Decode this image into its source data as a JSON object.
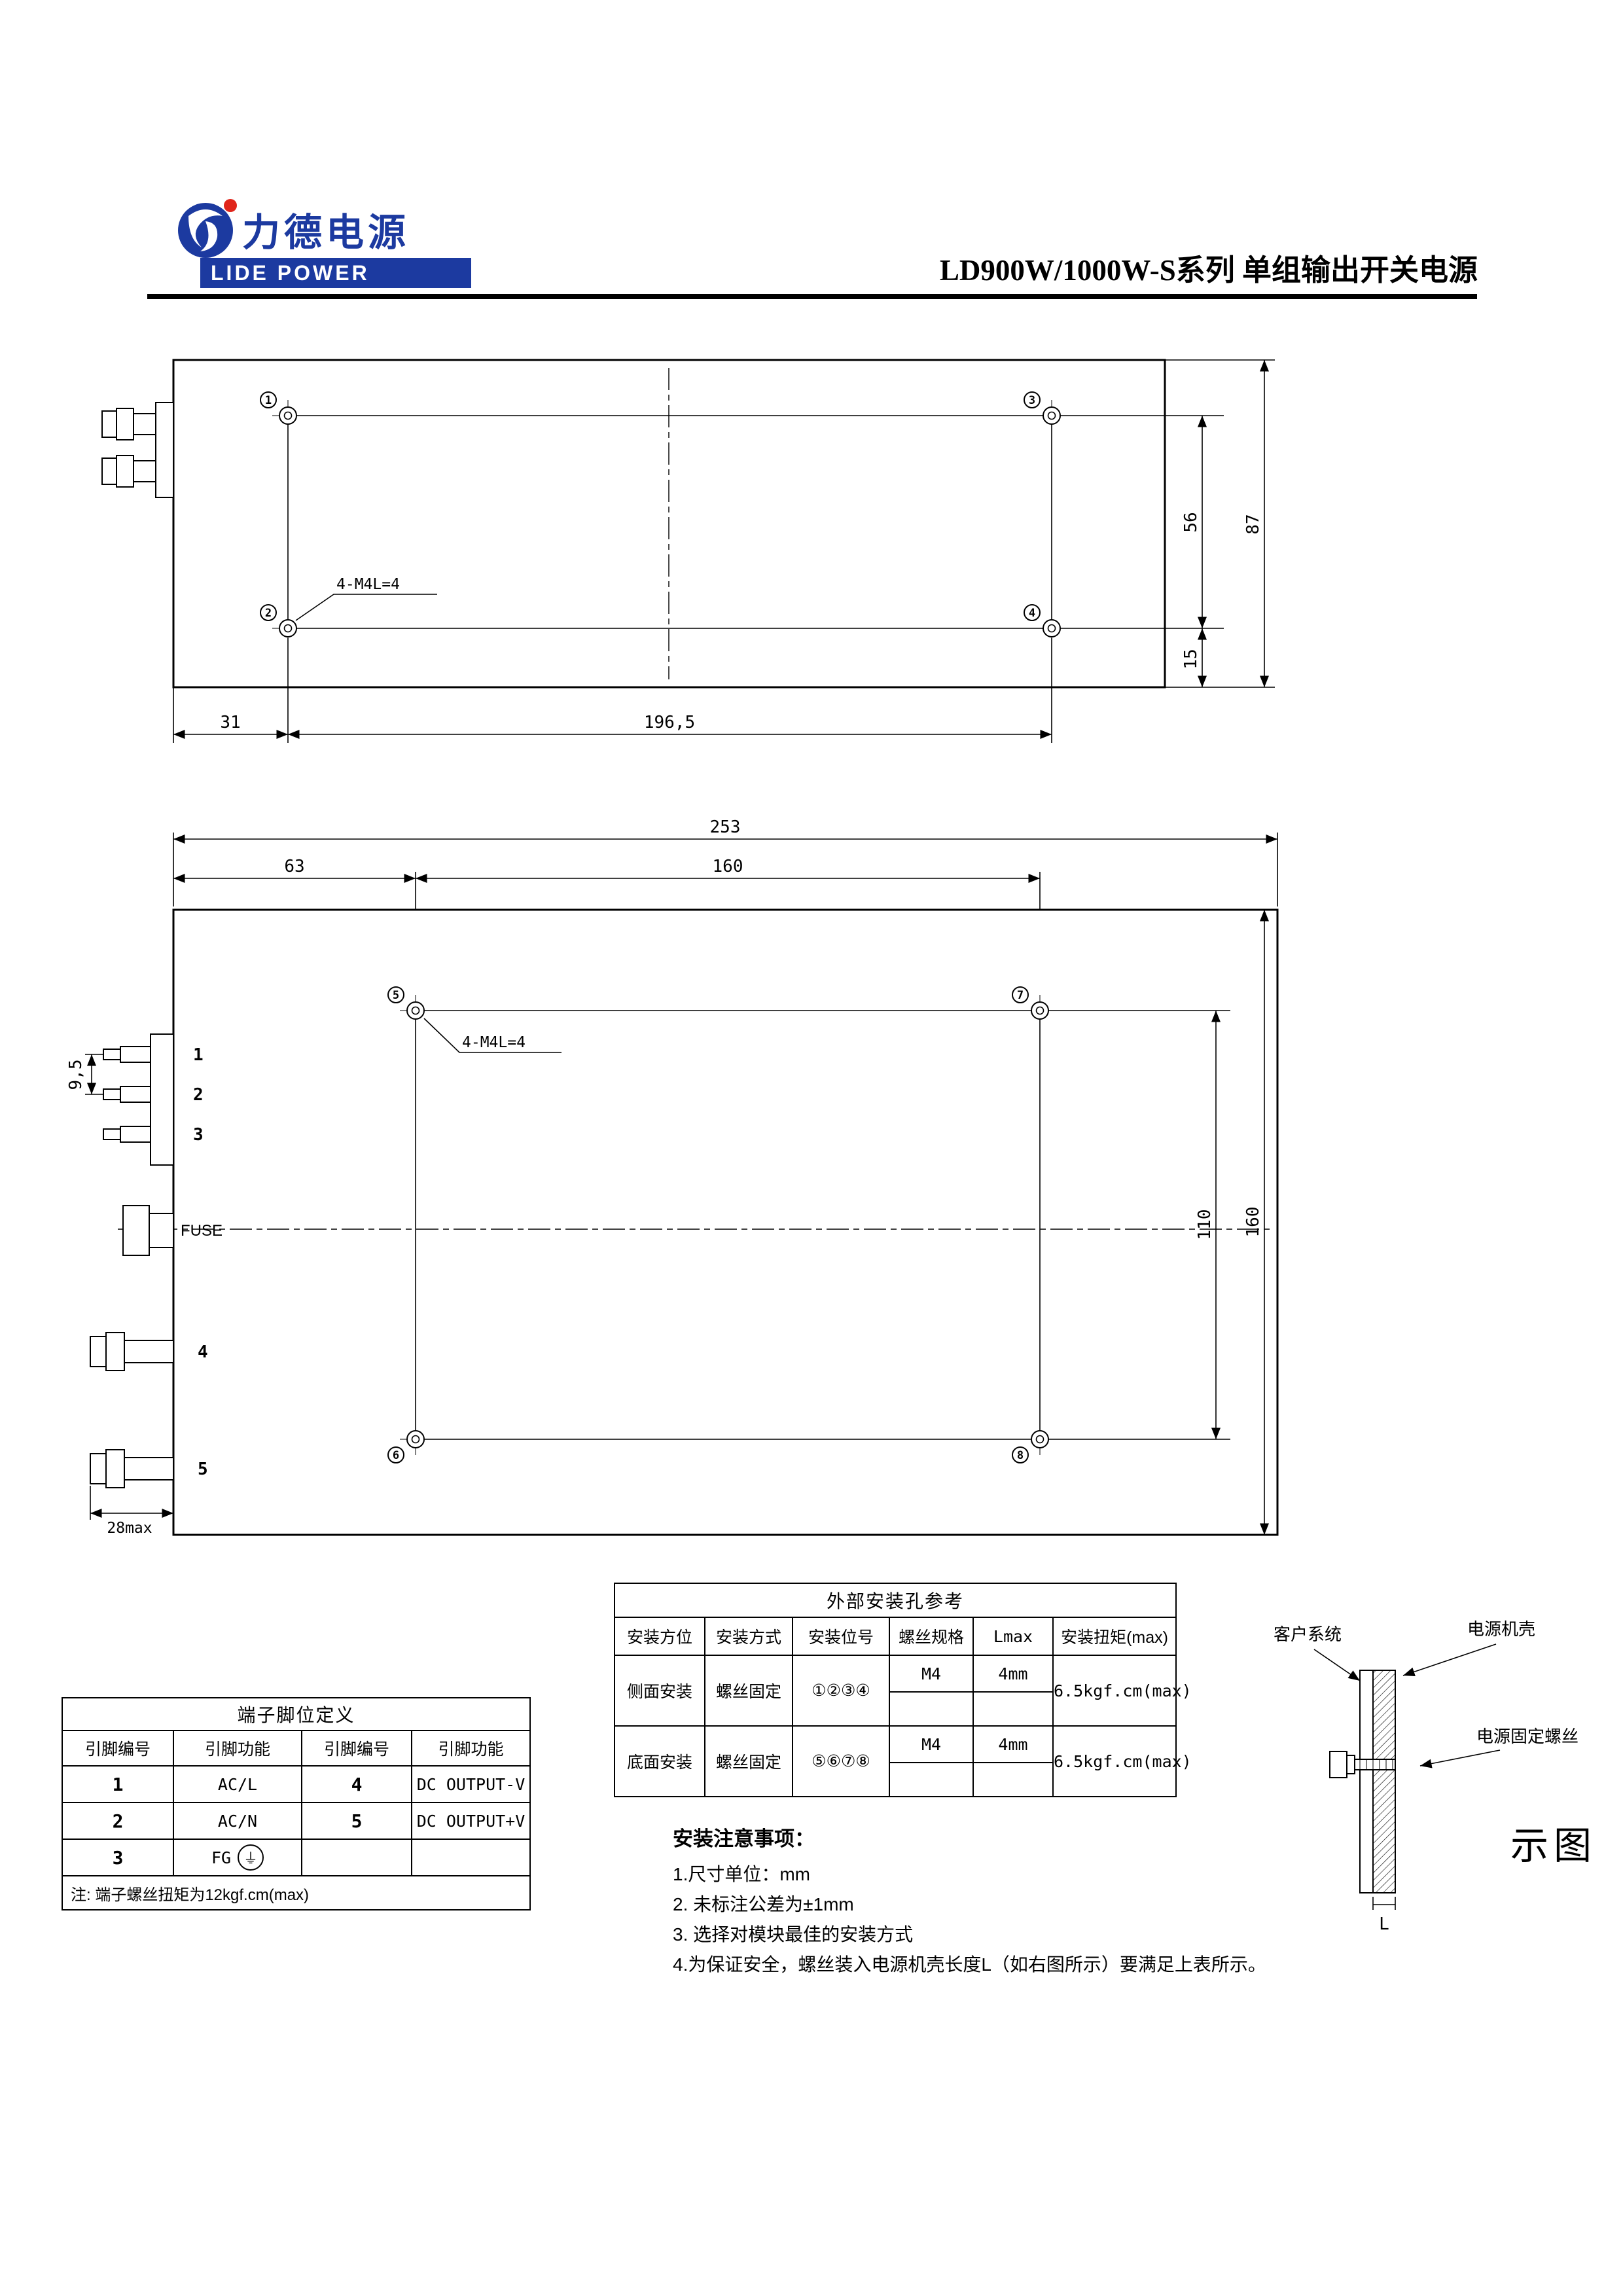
{
  "header": {
    "logo_cn": "力德电源",
    "logo_en": "LIDE POWER",
    "title": "LD900W/1000W-S系列 单组输出开关电源"
  },
  "side_view": {
    "thread_label": "4-M4L=4",
    "hole_1": "1",
    "hole_2": "2",
    "hole_3": "3",
    "hole_4": "4",
    "dim_56": "56",
    "dim_87": "87",
    "dim_15": "15",
    "dim_31": "31",
    "dim_196_5": "196,5"
  },
  "top_view": {
    "thread_label": "4-M4L=4",
    "hole_5": "5",
    "hole_6": "6",
    "hole_7": "7",
    "hole_8": "8",
    "dim_253": "253",
    "dim_63": "63",
    "dim_160_top": "160",
    "dim_9_5": "9,5",
    "dim_110": "110",
    "dim_160_right": "160",
    "dim_28max": "28max",
    "fuse_label": "FUSE",
    "pin_1": "1",
    "pin_2": "2",
    "pin_3": "3",
    "pin_4": "4",
    "pin_5": "5"
  },
  "mount_table": {
    "title": "外部安装孔参考",
    "headers": [
      "安装方位",
      "安装方式",
      "安装位号",
      "螺丝规格",
      "Lmax",
      "安装扭矩(max)"
    ],
    "rows": [
      {
        "position": "侧面安装",
        "method": "螺丝固定",
        "holes": "①②③④",
        "spec": "M4",
        "lmax": "4mm",
        "torque": "6.5kgf.cm(max)"
      },
      {
        "position": "底面安装",
        "method": "螺丝固定",
        "holes": "⑤⑥⑦⑧",
        "spec": "M4",
        "lmax": "4mm",
        "torque": "6.5kgf.cm(max)"
      }
    ]
  },
  "pin_table": {
    "title": "端子脚位定义",
    "headers": [
      "引脚编号",
      "引脚功能",
      "引脚编号",
      "引脚功能"
    ],
    "rows": [
      {
        "no_a": "1",
        "fn_a": "AC/L",
        "no_b": "4",
        "fn_b": "DC OUTPUT-V"
      },
      {
        "no_a": "2",
        "fn_a": "AC/N",
        "no_b": "5",
        "fn_b": "DC OUTPUT+V"
      },
      {
        "no_a": "3",
        "fn_a": "FG",
        "no_b": "",
        "fn_b": ""
      }
    ],
    "note": "注: 端子螺丝扭矩为12kgf.cm(max)"
  },
  "notes": {
    "title": "安装注意事项：",
    "items": [
      "1.尺寸单位：mm",
      "2. 未标注公差为±1mm",
      "3. 选择对模块最佳的安装方式",
      "4.为保证安全，螺丝装入电源机壳长度L（如右图所示）要满足上表所示。"
    ]
  },
  "illustration": {
    "customer_system": "客户系统",
    "psu_case": "电源机壳",
    "fixing_screw": "电源固定螺丝",
    "caption": "示图",
    "depth_label": "L"
  }
}
